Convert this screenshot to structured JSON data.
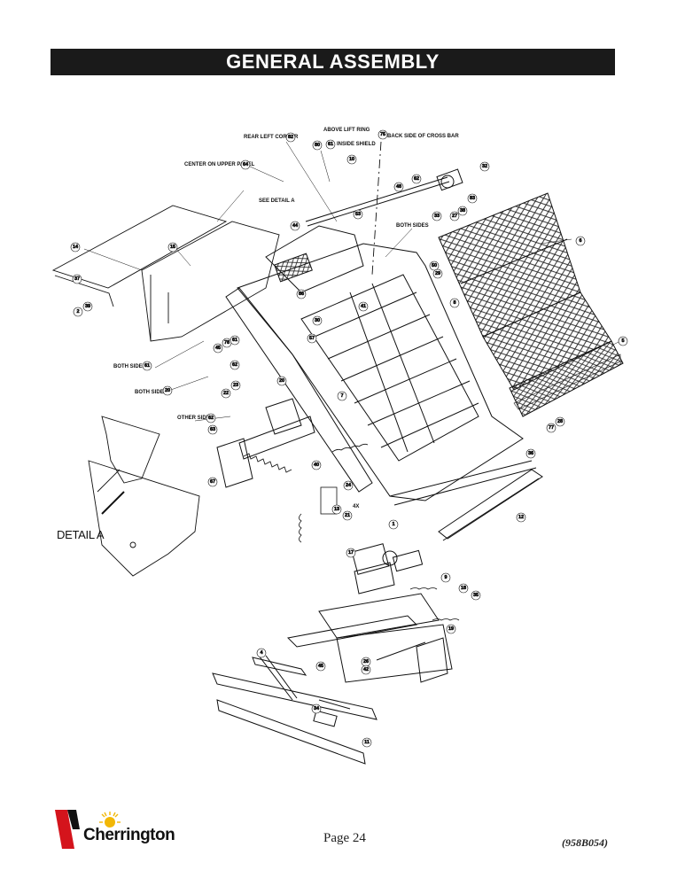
{
  "header": {
    "title": "GENERAL ASSEMBLY"
  },
  "diagram": {
    "callouts": {
      "rear_left_corner": "REAR LEFT CORNER",
      "above_lift_ring": "ABOVE LIFT RING",
      "inside_shield": "INSIDE SHIELD",
      "back_side_of_cross_bar": "BACK SIDE OF CROSS BAR",
      "center_on_upper_panel": "CENTER ON UPPER PANEL",
      "see_detail_a": "SEE DETAIL A",
      "both_sides_1": "BOTH SIDES",
      "both_sides_2": "BOTH SIDES",
      "both_sides_3": "BOTH SIDES",
      "other_side": "OTHER SIDE",
      "four_x": "4X"
    },
    "detail_label": "DETAIL A",
    "bubbles": [
      "82",
      "80",
      "61",
      "75",
      "10",
      "32",
      "64",
      "44",
      "53",
      "62",
      "48",
      "33",
      "27",
      "38",
      "14",
      "15",
      "83",
      "50",
      "8",
      "29",
      "6",
      "41",
      "37",
      "39",
      "2",
      "45",
      "78",
      "61",
      "86",
      "30",
      "57",
      "62",
      "23",
      "20",
      "22",
      "7",
      "61",
      "20",
      "62",
      "63",
      "40",
      "24",
      "13",
      "21",
      "19",
      "1",
      "11",
      "9",
      "17",
      "18",
      "12",
      "35",
      "36",
      "4",
      "34",
      "26",
      "42",
      "5",
      "67",
      "45",
      "77",
      "28"
    ]
  },
  "footer": {
    "brand": "Cherrington",
    "page": "Page 24",
    "code": "(958B054)"
  },
  "colors": {
    "title_bg": "#1a1a1a",
    "title_fg": "#ffffff",
    "logo_red": "#d4141c",
    "logo_sun": "#f2b705"
  }
}
